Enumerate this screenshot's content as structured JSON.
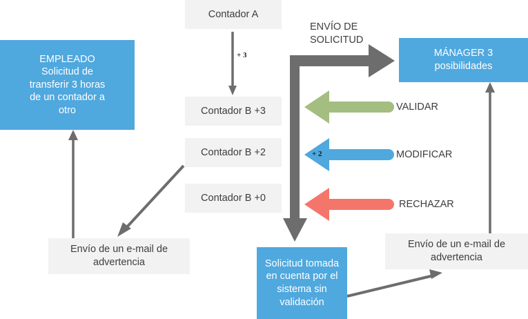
{
  "diagram": {
    "title_text": "",
    "colors": {
      "blue": "#4FA8DE",
      "grey_box": "#f2f2f2",
      "grey_arrow": "#6d6d6d",
      "green_arrow": "#A4BE81",
      "blue_arrow": "#4FA8DE",
      "red_arrow": "#F4766B",
      "text_dark": "#3d3d3d",
      "text_light": "#ffffff",
      "background": "#ffffff"
    }
  },
  "nodes": {
    "empleado": "EMPLEADO\nSolicitud de\ntransferir 3 horas\nde un contador a\notro",
    "contador_a": "Contador A",
    "contador_b3": "Contador B +3",
    "contador_b2": "Contador B +2",
    "contador_b0": "Contador B +0",
    "manager": "MÁNAGER 3\nposibilidades",
    "email_left": "Envío de un e-mail de\nadvertencia",
    "email_right": "Envío de un e-mail de\nadvertencia",
    "sin_validacion": "Solicitud tomada\nen cuenta por el\nsistema sin\nvalidación"
  },
  "labels": {
    "envio_solicitud": "ENVÍO DE\nSOLICITUD",
    "validar": "VALIDAR",
    "modificar": "MODIFICAR",
    "rechazar": "RECHAZAR",
    "plus_three": "+ 3",
    "plus_two": "+ 2"
  }
}
